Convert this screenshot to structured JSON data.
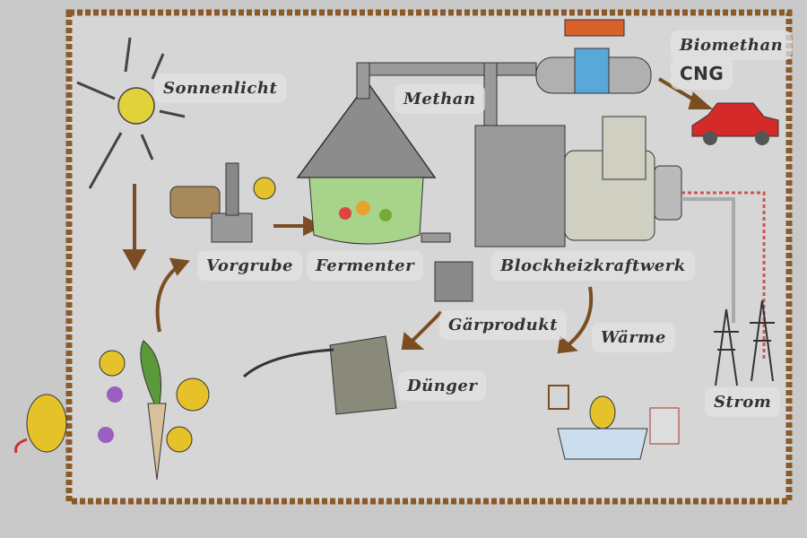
{
  "title": "Biogasanlage",
  "labels": {
    "sonnenlicht": "Sonnenlicht",
    "methan": "Methan",
    "biomethan": "Biomethan",
    "cng": "CNG",
    "vorgrube": "Vorgrube",
    "fermenter": "Fermenter",
    "bhkw": "Blockheizkraftwerk",
    "gaerprodukt": "Gärprodukt",
    "waerme": "Wärme",
    "duenger": "Dünger",
    "strom": "Strom"
  },
  "colors": {
    "frame": "#8a5a2b",
    "background": "#d6d6d6",
    "sun": "#e0d23a",
    "car": "#d42a2a",
    "pump": "#5aa8d8",
    "arrow": "#7a4e22"
  }
}
